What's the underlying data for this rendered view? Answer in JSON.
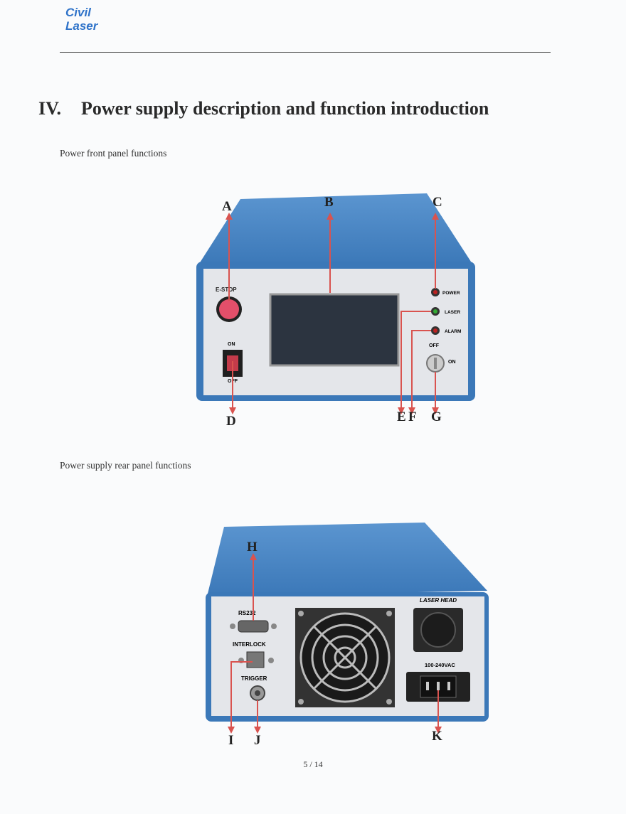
{
  "header": {
    "logo_line1": "Civil",
    "logo_line2": "Laser"
  },
  "section": {
    "number": "IV.",
    "title": "Power supply description and function introduction"
  },
  "front": {
    "caption": "Power front panel functions",
    "labels": {
      "a": "A",
      "b": "B",
      "c": "C",
      "d": "D",
      "e": "E",
      "f": "F",
      "g": "G"
    },
    "panel_text": {
      "estop": "E-STOP",
      "on": "ON",
      "off": "OFF",
      "power": "POWER",
      "laser": "LASER",
      "alarm": "ALARM",
      "key_off": "OFF",
      "key_on": "ON"
    }
  },
  "rear": {
    "caption": "Power supply rear panel functions",
    "labels": {
      "h": "H",
      "i": "I",
      "j": "J",
      "k": "K"
    },
    "panel_text": {
      "rs232": "RS232",
      "interlock": "INTERLOCK",
      "trigger": "TRIGGER",
      "laser_head": "LASER HEAD",
      "ac": "100-240VAC"
    }
  },
  "colors": {
    "case_blue": "#3f7dbf",
    "arrow_red": "#d9534f",
    "logo_blue": "#2f73c9"
  },
  "footer": {
    "page": "5 / 14"
  }
}
